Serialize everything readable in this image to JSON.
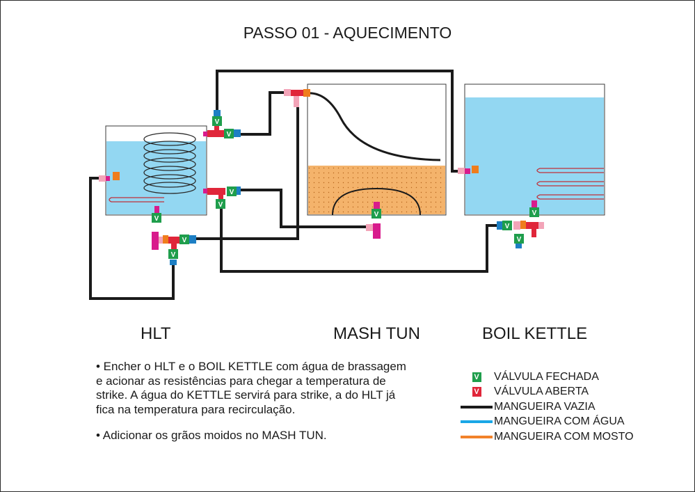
{
  "title": "PASSO 01 - AQUECIMENTO",
  "vessels": {
    "hlt": "HLT",
    "mash_tun": "MASH TUN",
    "boil_kettle": "BOIL KETTLE"
  },
  "valve_mark": "V",
  "notes": [
    "• Encher o HLT e o BOIL KETTLE com água de brassagem e acionar as resistências para chegar a temperatura de strike. A água do KETTLE servirá para strike, a do HLT já fica na temperatura para recirculação.",
    "• Adicionar os grãos moidos no MASH TUN."
  ],
  "legend": [
    {
      "label": "VÁLVULA FECHADA",
      "kind": "valve",
      "color": "#1f9e4c"
    },
    {
      "label": "VÁLVULA ABERTA",
      "kind": "valve",
      "color": "#e0263a"
    },
    {
      "label": "MANGUEIRA VAZIA",
      "kind": "line",
      "color": "#1a1a1a"
    },
    {
      "label": "MANGUEIRA COM ÁGUA",
      "kind": "line",
      "color": "#1aa7e6"
    },
    {
      "label": "MANGUEIRA COM MOSTO",
      "kind": "line",
      "color": "#f2822a"
    }
  ],
  "colors": {
    "water": "#93d7f2",
    "wort": "#f4b36b",
    "hose_empty": "#1a1a1a",
    "valve_closed": "#1f9e4c",
    "valve_open": "#e0263a",
    "fitting_pink": "#f3a4b8",
    "fitting_magenta": "#d81b8c",
    "fitting_blue": "#1d7fc4",
    "fitting_orange": "#ef7d1c",
    "coil": "#c0303a"
  }
}
